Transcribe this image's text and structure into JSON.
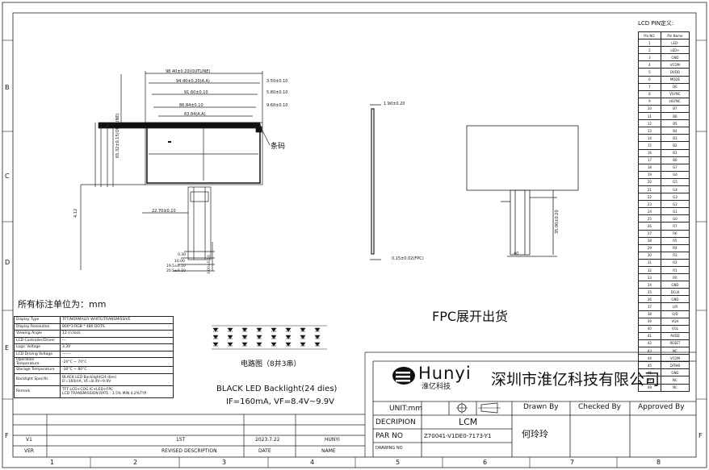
{
  "border": {
    "row_letters": [
      "B",
      "C",
      "D",
      "E",
      "F"
    ],
    "col_numbers": [
      "1",
      "2",
      "3",
      "4",
      "5",
      "6",
      "7",
      "8"
    ]
  },
  "front_dims": {
    "top": [
      "98.40±0.20(OUTLINE)",
      "94.40±0.20(A.A)",
      "91.60±0.10",
      "86.84±0.10",
      "83.84(A.A)"
    ],
    "left": [
      "3.50±0.10",
      "5.80±0.10",
      "9.60±0.10"
    ],
    "left_vertical": [
      "65.32±0.15(OUTLINE)"
    ],
    "marker_label": "条码",
    "bottom": [
      "4.12",
      "22.70±0.10"
    ],
    "fpc_pitch": [
      "0.30",
      "10.00",
      "19.5±0.10",
      "20.5±0.10"
    ],
    "fpc_vertical": [
      "3.00±0.10"
    ]
  },
  "side_dims": {
    "top": "1.90±0.20",
    "bottom": "0.15±0.02(FPC)"
  },
  "back_dims": {
    "fpc_length": "35.00±0.20",
    "fpc_side": "40"
  },
  "unit_note": "所有标注单位为：mm",
  "fpc_note": "FPC展开出货",
  "backlight": {
    "circuit_title": "电路图（8并3串）",
    "line1": "BLACK LED Backlight(24 dies)",
    "line2": "IF=160mA, VF=8.4V~9.9V"
  },
  "spec_table": [
    [
      "Display Type",
      "TFT/NORMALLY WHITE/TRANSMISSIVE"
    ],
    [
      "Display Resolution",
      "800*3 RGB * 480 DOTS"
    ],
    [
      "Viewing Angle",
      "12 o'clock"
    ],
    [
      "LCD Controller/Driver",
      "---"
    ],
    [
      "Logic Voltage",
      "3.3V"
    ],
    [
      "LCD Driving Voltage",
      "-------"
    ],
    [
      "Operation Temperature",
      "-20°C ~ 70°C"
    ],
    [
      "Storage Temperature",
      "-30°C ~ 80°C"
    ],
    [
      "Backlight Specific",
      "BLACK LED Backlight(24 dies)\nIF=160mA, VF=8.4V~9.9V"
    ],
    [
      "Remark",
      "TFT LCD+COG IC+LED+FPC\nLCD TRANSMISSION RATE : 3.5% MIN 4.2%TYP"
    ]
  ],
  "pin_table": {
    "title": "LCD PIN定义:",
    "header": [
      "Pin NO.",
      "Pin Name"
    ],
    "rows": [
      [
        "1",
        "LED-"
      ],
      [
        "2",
        "LED+"
      ],
      [
        "3",
        "GND"
      ],
      [
        "4",
        "VCOM"
      ],
      [
        "5",
        "DVDD"
      ],
      [
        "6",
        "MODE"
      ],
      [
        "7",
        "DE"
      ],
      [
        "8",
        "VSYNC"
      ],
      [
        "9",
        "HSYNC"
      ],
      [
        "10",
        "B7"
      ],
      [
        "11",
        "B6"
      ],
      [
        "12",
        "B5"
      ],
      [
        "13",
        "B4"
      ],
      [
        "14",
        "B3"
      ],
      [
        "15",
        "B2"
      ],
      [
        "16",
        "B1"
      ],
      [
        "17",
        "B0"
      ],
      [
        "18",
        "G7"
      ],
      [
        "19",
        "G6"
      ],
      [
        "20",
        "G5"
      ],
      [
        "21",
        "G4"
      ],
      [
        "22",
        "G3"
      ],
      [
        "23",
        "G2"
      ],
      [
        "24",
        "G1"
      ],
      [
        "25",
        "G0"
      ],
      [
        "26",
        "R7"
      ],
      [
        "27",
        "R6"
      ],
      [
        "28",
        "R5"
      ],
      [
        "29",
        "R4"
      ],
      [
        "30",
        "R3"
      ],
      [
        "31",
        "R2"
      ],
      [
        "32",
        "R1"
      ],
      [
        "33",
        "R0"
      ],
      [
        "34",
        "GND"
      ],
      [
        "35",
        "DCLK"
      ],
      [
        "36",
        "GND"
      ],
      [
        "37",
        "L/R"
      ],
      [
        "38",
        "U/D"
      ],
      [
        "39",
        "VGH"
      ],
      [
        "40",
        "VGL"
      ],
      [
        "41",
        "AVDD"
      ],
      [
        "42",
        "RESET"
      ],
      [
        "43",
        "NC"
      ],
      [
        "44",
        "VCOM"
      ],
      [
        "45",
        "DITHB"
      ],
      [
        "46",
        "GND"
      ],
      [
        "47",
        "NC"
      ],
      [
        "48",
        "NC"
      ]
    ]
  },
  "revision": {
    "row": [
      "V1",
      "1ST",
      "2023.7.22",
      "HUNYI"
    ],
    "header": [
      "VER",
      "REVISED DESCRIPTION",
      "DATE",
      "NAME"
    ]
  },
  "title_block": {
    "logo_text": "Hunyi",
    "logo_sub": "淮亿科技",
    "company": "深圳市淮亿科技有限公司",
    "unit_label": "UNIT:mm",
    "drawn_by": "Drawn By",
    "checked_by": "Checked By",
    "approved_by": "Approved By",
    "description_label": "DECRIPION",
    "description_value": "LCM",
    "part_no_label": "PAR NO",
    "part_no_value": "Z70041-V1DE0-7173-Y1",
    "drawing_no_label": "DRAWING NO",
    "drawer_name": "何玲玲"
  }
}
